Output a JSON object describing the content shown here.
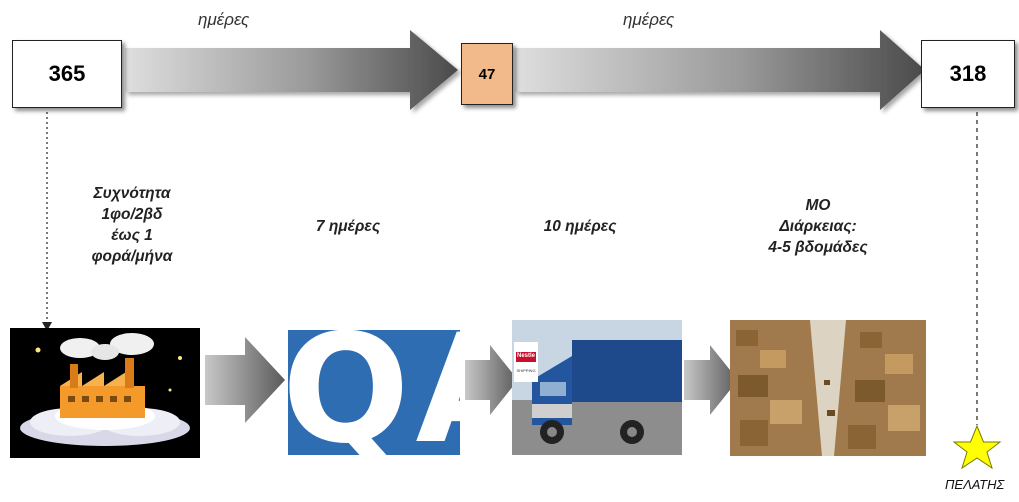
{
  "top_row": {
    "start_value": "365",
    "middle_value": "47",
    "end_value": "318",
    "arrow1_label": "ημέρες",
    "arrow2_label": "ημέρες"
  },
  "stages": {
    "frequency_text": [
      "Συχνότητα",
      "1φο/2βδ",
      "έως 1",
      "φορά/μήνα"
    ],
    "qa_duration": "7 ημέρες",
    "transport_duration": "10 ημέρες",
    "warehouse_text": [
      "ΜΟ",
      "Διάρκειας:",
      "4-5 βδομάδες"
    ]
  },
  "images": {
    "factory": "factory-icon",
    "qa_logo_text": "QA",
    "truck_sign": "Nestle",
    "truck_sign_sub": "SHIPPING",
    "warehouse": "warehouse-photo"
  },
  "customer_label": "ΠΕΛΑΤΗΣ",
  "colors": {
    "middle_box": "#f2b98a",
    "qa_blue": "#2f6db3",
    "star": "#ffff00",
    "arrow_dark": "#4a4a4a",
    "arrow_light": "#d9d9d9"
  }
}
